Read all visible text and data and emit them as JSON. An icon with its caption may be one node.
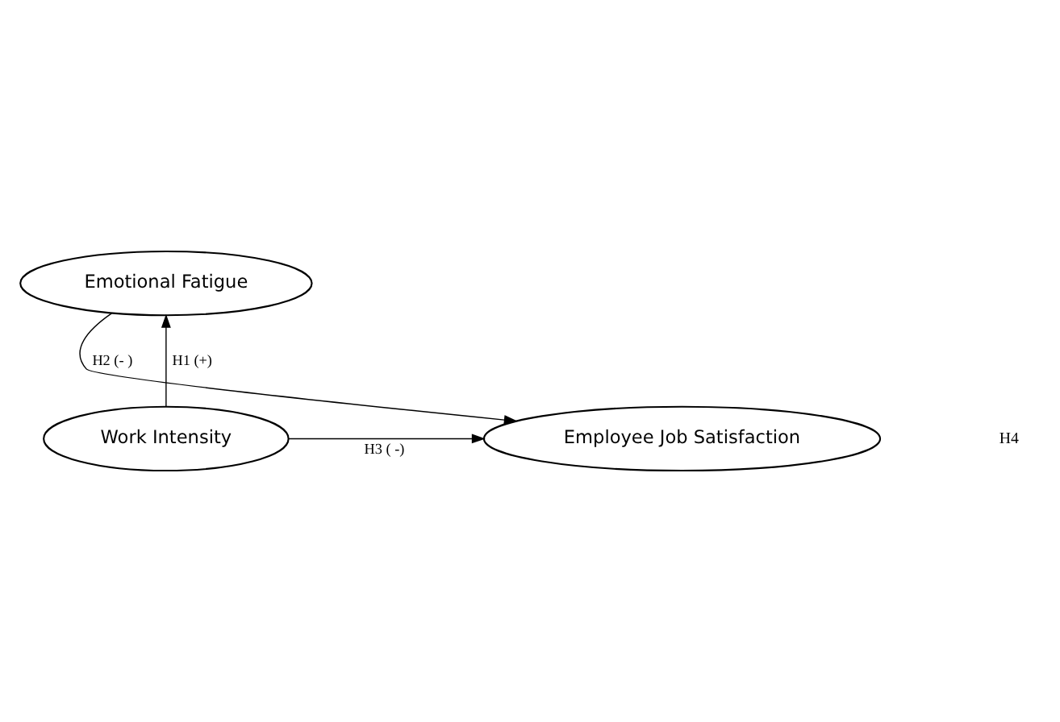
{
  "diagram": {
    "nodes": [
      {
        "text": [
          "Emotional Fatigue"
        ]
      },
      {
        "text": [
          "Work Intensity"
        ]
      },
      {
        "text": [
          "Employee Job Satisfaction"
        ]
      }
    ],
    "edges": [
      {
        "from": 1,
        "to": 0,
        "arrow": "to",
        "label": "H1 (+)"
      },
      {
        "from": 0,
        "to": 2,
        "arrow": "to",
        "label": "H2 (- )"
      },
      {
        "from": 1,
        "to": 2,
        "arrow": "to",
        "label": "H3 ( -)"
      }
    ],
    "labels": [
      "H4"
    ]
  }
}
